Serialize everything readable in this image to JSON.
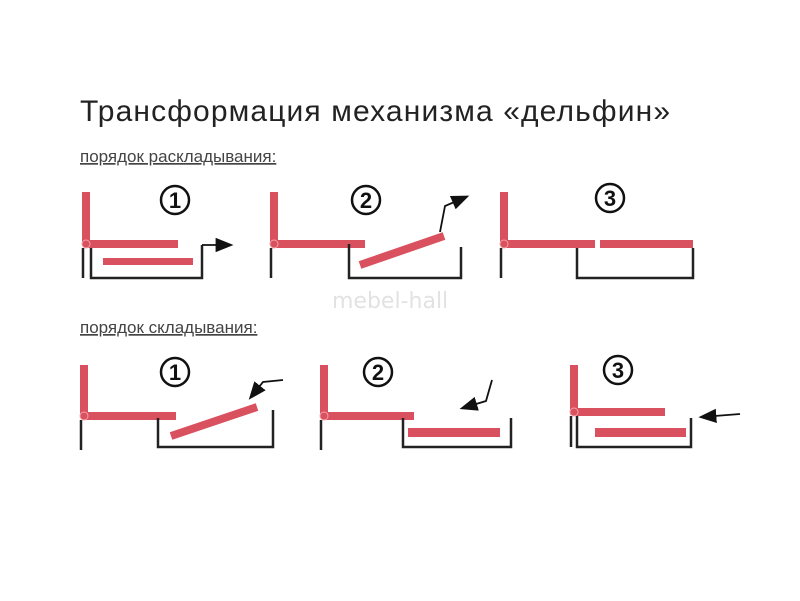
{
  "title": "Трансформация механизма «дельфин»",
  "unfolding": {
    "label": "порядок раскладывания:",
    "steps": [
      "1",
      "2",
      "3"
    ]
  },
  "folding": {
    "label": "порядок складывания:",
    "steps": [
      "1",
      "2",
      "3"
    ]
  },
  "watermark": "mebel-hall",
  "colors": {
    "cushion": "#d9505e",
    "frame": "#222222"
  }
}
